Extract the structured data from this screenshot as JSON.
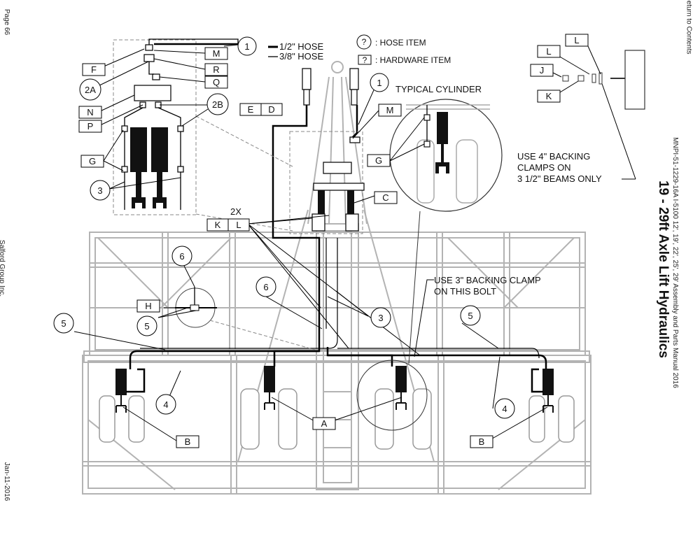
{
  "margins": {
    "left_top": "Page 66",
    "left_middle": "Salford Group Inc.",
    "left_bottom": "Jan-11-2016",
    "right_top": "Return to Contents",
    "right_manual": "MNPI-51-1229-16A I-5100 12', 19', 22', 25', 29' Assembly and Parts Manual 2016"
  },
  "title": "19 - 29ft Axle Lift Hydraulics",
  "legend": {
    "hose_half": "1/2\" HOSE",
    "hose_three_eighths": "3/8\" HOSE",
    "hose_item_symbol": "?",
    "hose_item_text": ": HOSE ITEM",
    "hardware_item_symbol": "?",
    "hardware_item_text": ": HARDWARE ITEM"
  },
  "notes": {
    "typical_cylinder": "TYPICAL CYLINDER",
    "backing_clamps_1": "USE 4\" BACKING",
    "backing_clamps_2": "CLAMPS ON",
    "backing_clamps_3": "3 1/2\" BEAMS ONLY",
    "backing_clamp_bolt_1": "USE 3\" BACKING CLAMP",
    "backing_clamp_bolt_2": "ON THIS BOLT",
    "qty_2x": "2X"
  },
  "hose_callouts": {
    "c1_top": "1",
    "c1_center": "1",
    "c2a": "2A",
    "c2b": "2B",
    "c3_left": "3",
    "c3_center": "3",
    "c4_left": "4",
    "c4_right": "4",
    "c5_far_left": "5",
    "c5_detail": "5",
    "c5_right": "5",
    "c6_detail": "6",
    "c6_center": "6"
  },
  "hardware_callouts": {
    "F": "F",
    "M_top": "M",
    "R": "R",
    "Q": "Q",
    "N": "N",
    "P": "P",
    "G_left": "G",
    "G_detail": "G",
    "E": "E",
    "D": "D",
    "M_center": "M",
    "C": "C",
    "K_top": "K",
    "L_top": "L",
    "H": "H",
    "A": "A",
    "B_left": "B",
    "B_right": "B",
    "J": "J",
    "L_fig1": "L",
    "L_fig2": "L",
    "K_fig": "K"
  }
}
